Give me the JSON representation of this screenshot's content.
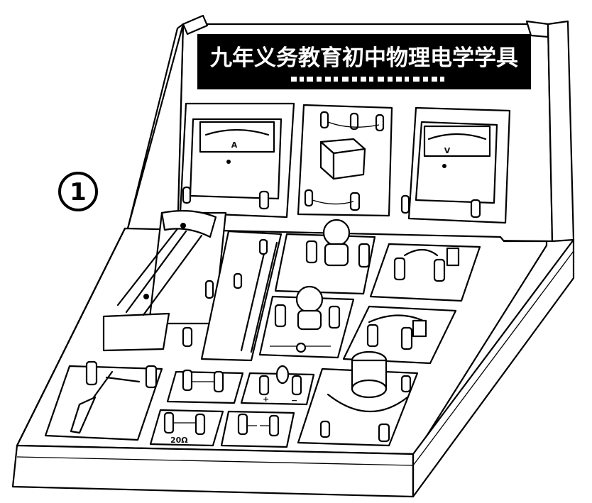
{
  "figure_marker": "1",
  "title_banner": {
    "title": "九年义务教育初中物理电学学具",
    "background": "#000000",
    "text_color": "#ffffff"
  },
  "meters": {
    "ammeter_symbol": "A",
    "voltmeter_symbol": "V"
  },
  "terminal_marks": {
    "plus": "+",
    "minus": "−"
  },
  "resistor_label": "20Ω"
}
